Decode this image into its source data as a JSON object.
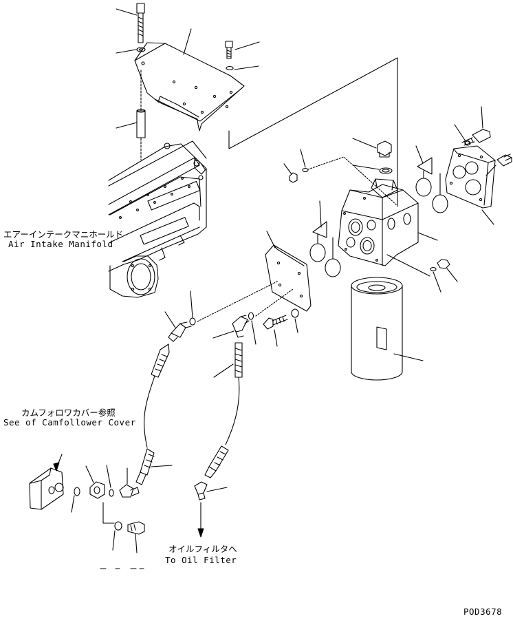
{
  "labels": {
    "air_intake_jp": "エアーインテークマニホールド",
    "air_intake_en": "Air Intake Manifold",
    "camfollower_jp": "カムフォロワカバー参照",
    "camfollower_en": "See of Camfollower Cover",
    "oil_filter_jp": "オイルフィルタへ",
    "oil_filter_en": "To Oil Filter",
    "drawing_no": "POD3678"
  }
}
